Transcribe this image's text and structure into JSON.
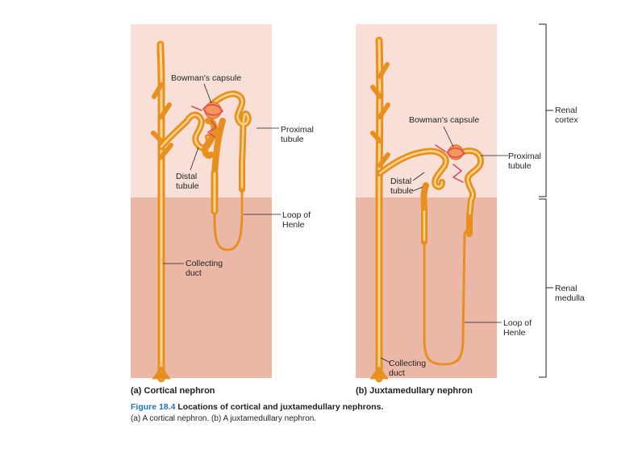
{
  "panels": {
    "a": {
      "title": "(a) Cortical nephron",
      "labels": {
        "bowmans_capsule": "Bowman's capsule",
        "proximal_1": "Proximal",
        "proximal_2": "tubule",
        "distal_1": "Distal",
        "distal_2": "tubule",
        "loop_1": "Loop of",
        "loop_2": "Henle",
        "collecting_1": "Collecting",
        "collecting_2": "duct"
      }
    },
    "b": {
      "title": "(b) Juxtamedullary nephron",
      "labels": {
        "bowmans_capsule": "Bowman's capsule",
        "proximal_1": "Proximal",
        "proximal_2": "tubule",
        "distal_1": "Distal",
        "distal_2": "tubule",
        "loop_1": "Loop of",
        "loop_2": "Henle",
        "collecting_1": "Collecting",
        "collecting_2": "duct"
      }
    }
  },
  "regions": {
    "cortex_1": "Renal",
    "cortex_2": "cortex",
    "medulla_1": "Renal",
    "medulla_2": "medulla"
  },
  "caption": {
    "number": "Figure 18.4",
    "title": "Locations of cortical and juxtamedullary nephrons.",
    "description": "(a) A cortical nephron. (b) A juxtamedullary nephron."
  },
  "colors": {
    "cortex": "#f8e0d8",
    "medulla": "#ebb8a8",
    "tubule": "#f5a93a",
    "tubule_highlight": "#fdd58a",
    "capillary": "#e0416a"
  }
}
